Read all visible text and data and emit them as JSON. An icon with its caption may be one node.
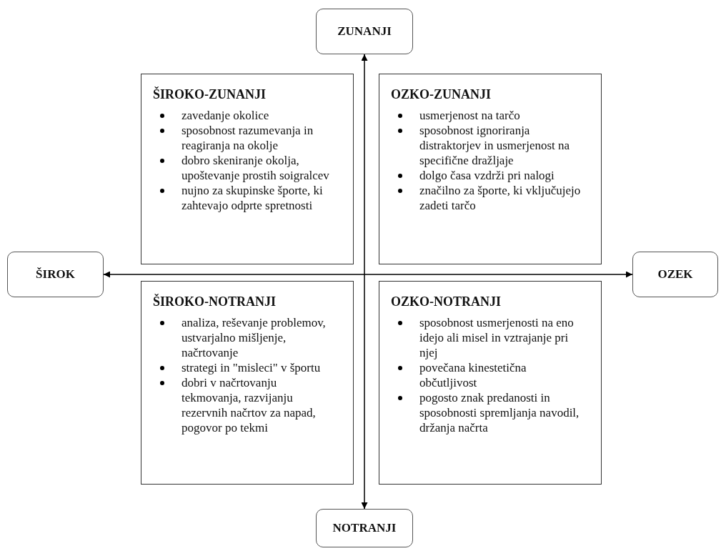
{
  "diagram": {
    "nodes": [
      {
        "text": [
          "ZUNANJI"
        ]
      },
      {
        "text": [
          "ŠIROK"
        ]
      },
      {
        "text": [
          "OZEK"
        ]
      },
      {
        "text": [
          "NOTRANJI"
        ]
      },
      {
        "text": [
          "ŠIROKO-ZUNANJI",
          "zavedanje okolice",
          "sposobnost razumevanja in reagiranja na okolje",
          "dobro skeniranje okolja, upoštevanje prostih soigralcev",
          "nujno za skupinske športe, ki zahtevajo odprte spretnosti"
        ]
      },
      {
        "text": [
          "OZKO-ZUNANJI",
          "usmerjenost na tarčo",
          "sposobnost ignoriranja distraktorjev in usmerjenost na specifične dražljaje",
          "dolgo časa vzdrži pri nalogi",
          "značilno za športe, ki vključujejo zadeti tarčo"
        ]
      },
      {
        "text": [
          "ŠIROKO-NOTRANJI",
          "analiza, reševanje problemov, ustvarjalno mišljenje, načrtovanje",
          "strategi in \"misleci\" v športu",
          "dobri v načrtovanju tekmovanja, razvijanju rezervnih načrtov za napad, pogovor po tekmi"
        ]
      },
      {
        "text": [
          "OZKO-NOTRANJI",
          "sposobnost usmerjenosti na eno idejo ali misel in vztrajanje pri njej",
          "povečana kinestetična občutljivost",
          "pogosto znak predanosti in sposobnosti spremljanja navodil, držanja načrta"
        ]
      }
    ],
    "edges": [
      {
        "from": 0,
        "to": 3,
        "arrow": "both"
      },
      {
        "from": 1,
        "to": 2,
        "arrow": "both"
      }
    ]
  }
}
